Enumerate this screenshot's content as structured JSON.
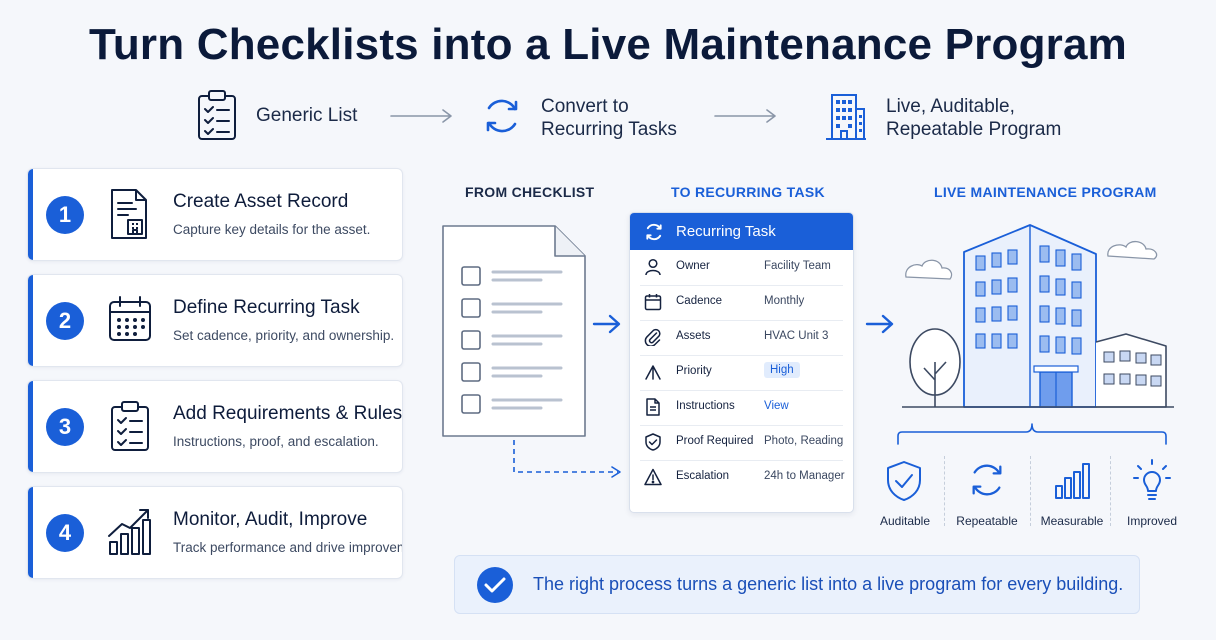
{
  "title": "Turn Checklists into a Live Maintenance Program",
  "flow": [
    {
      "icon": "clipboard-checklist-icon",
      "text": "Generic List"
    },
    {
      "icon": "recurring-arrows-icon",
      "line1": "Convert to",
      "line2": "Recurring Tasks"
    },
    {
      "icon": "building-icon",
      "line1": "Live, Auditable,",
      "line2": "Repeatable Program"
    }
  ],
  "steps": [
    {
      "num": "1",
      "icon": "asset-document-icon",
      "title": "Create Asset Record",
      "desc": "Capture key details for the asset."
    },
    {
      "num": "2",
      "icon": "calendar-icon",
      "title": "Define Recurring Task",
      "desc": "Set cadence, priority, and ownership."
    },
    {
      "num": "3",
      "icon": "clipboard-checklist-icon",
      "title": "Add Requirements & Rules",
      "desc": "Instructions, proof, and escalation."
    },
    {
      "num": "4",
      "icon": "growth-chart-icon",
      "title": "Monitor, Audit, Improve",
      "desc": "Track performance and drive improvements."
    }
  ],
  "columns": {
    "from": "FROM CHECKLIST",
    "to": "TO RECURRING TASK",
    "live": "LIVE MAINTENANCE PROGRAM"
  },
  "task": {
    "header": "Recurring Task",
    "rows": [
      {
        "icon": "person-icon",
        "label": "Owner",
        "value": "Facility Team"
      },
      {
        "icon": "calendar-icon",
        "label": "Cadence",
        "value": "Monthly"
      },
      {
        "icon": "paperclip-icon",
        "label": "Assets",
        "value": "HVAC Unit 3"
      },
      {
        "icon": "priority-arrow-icon",
        "label": "Priority",
        "value": "High"
      },
      {
        "icon": "document-icon",
        "label": "Instructions",
        "value": "View"
      },
      {
        "icon": "shield-check-icon",
        "label": "Proof Required",
        "value": "Photo, Reading"
      },
      {
        "icon": "warning-icon",
        "label": "Escalation",
        "value": "24h to Manager"
      }
    ]
  },
  "benefits": [
    {
      "icon": "shield-check-icon",
      "label": "Auditable"
    },
    {
      "icon": "recurring-arrows-icon",
      "label": "Repeatable"
    },
    {
      "icon": "bar-chart-icon",
      "label": "Measurable"
    },
    {
      "icon": "lightbulb-icon",
      "label": "Improved"
    }
  ],
  "callout": "The right process turns a generic list into a live program for every building.",
  "colors": {
    "accent": "#1a5fd8",
    "navy": "#0b1a3a",
    "callout_bg": "#eaf1fc"
  }
}
